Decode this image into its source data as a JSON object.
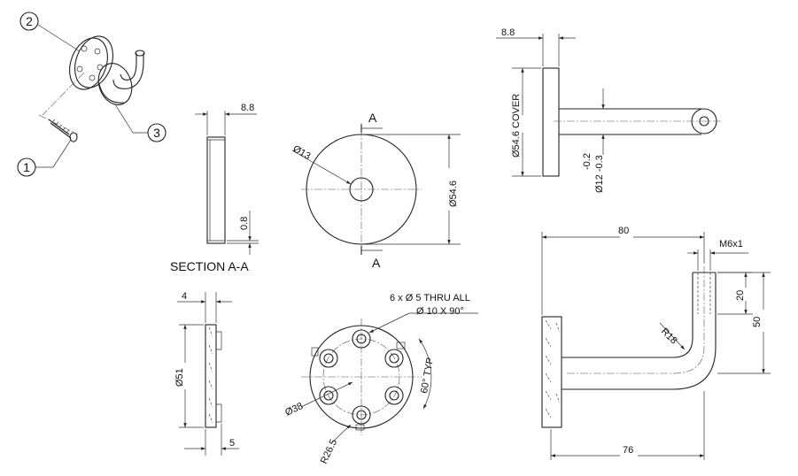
{
  "balloons": [
    "2",
    "1",
    "3"
  ],
  "section": {
    "title": "SECTION A-A",
    "width": "8.8",
    "lip": "0.8"
  },
  "front": {
    "hole_dia": "Ø13",
    "outer_dia": "Ø54.6",
    "cut_label_top": "A",
    "cut_label_bottom": "A"
  },
  "side_view": {
    "thickness": "8.8",
    "cover_dia": "Ø54.6 COVER",
    "arm_tol": "-0.2",
    "arm_dia": "Ø12 -0.3"
  },
  "base_side": {
    "thickness": "4",
    "dia": "Ø51",
    "depth": "5"
  },
  "base_front": {
    "holes_line1": "6 x Ø 5 THRU ALL",
    "holes_line2": "Ø 10 X 90°",
    "pcd": "Ø38",
    "angle": "60° TYP",
    "radius": "R26.5"
  },
  "hook": {
    "length": "80",
    "thread": "M6x1",
    "thread_depth": "20",
    "height": "50",
    "bend_radius": "R18",
    "reach": "76"
  }
}
